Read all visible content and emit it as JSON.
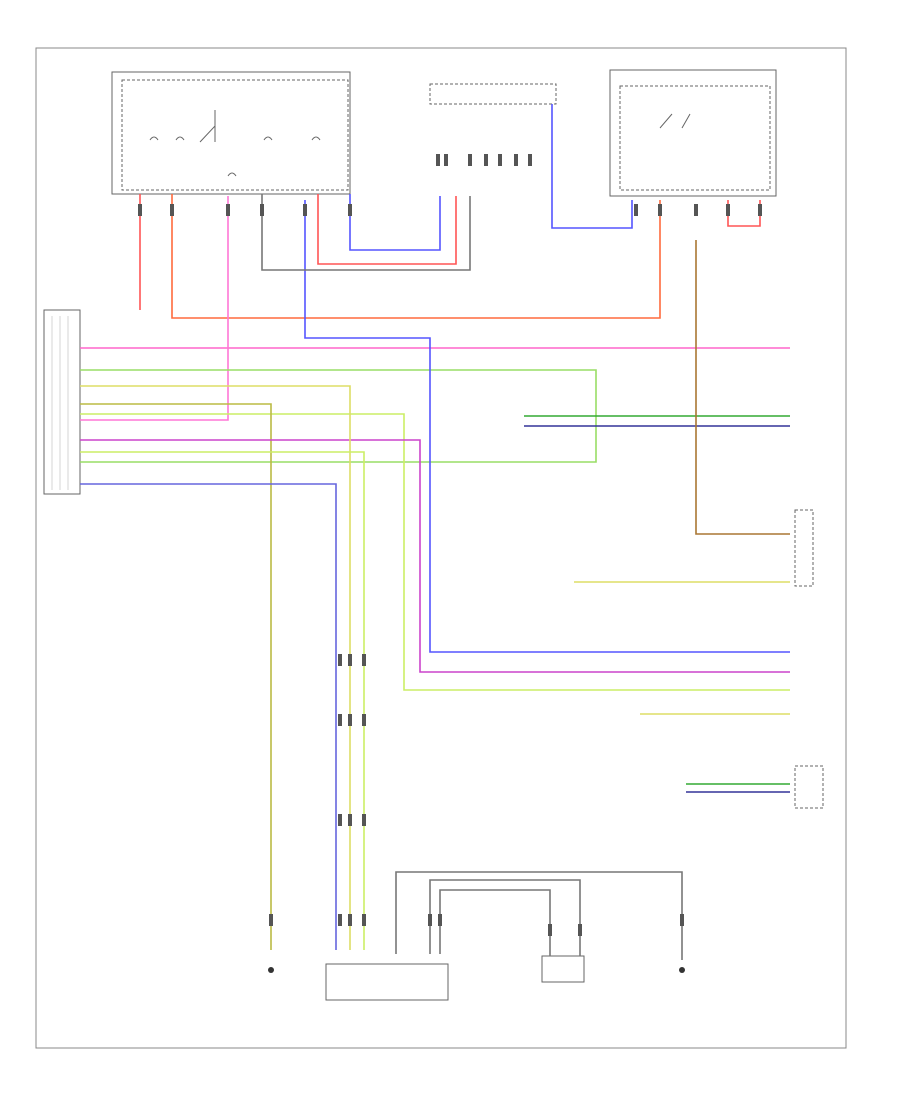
{
  "diagram": {
    "footer_code": "",
    "wires": [
      {
        "id": "red-top",
        "color": "#ff5555"
      },
      {
        "id": "orange-bus",
        "color": "#ff6a3d"
      },
      {
        "id": "pink-1",
        "color": "#ff66cc"
      },
      {
        "id": "pink-2",
        "color": "#ff77d6"
      },
      {
        "id": "magenta",
        "color": "#cc44cc"
      },
      {
        "id": "green-1",
        "color": "#99dd66"
      },
      {
        "id": "lime",
        "color": "#ccee66"
      },
      {
        "id": "olive",
        "color": "#bbbb44"
      },
      {
        "id": "blue-1",
        "color": "#5555ff"
      },
      {
        "id": "blue-2",
        "color": "#6666dd"
      },
      {
        "id": "dark-green",
        "color": "#33aa33"
      },
      {
        "id": "navy",
        "color": "#333399"
      },
      {
        "id": "brown",
        "color": "#aa7733"
      },
      {
        "id": "yellow",
        "color": "#dddd66"
      },
      {
        "id": "gray",
        "color": "#777777"
      }
    ]
  }
}
